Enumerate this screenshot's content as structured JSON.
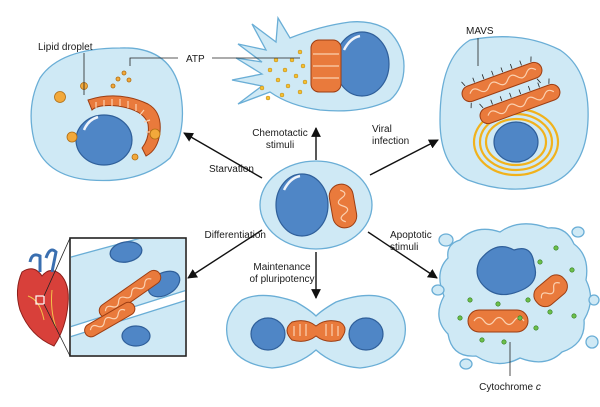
{
  "labels": {
    "lipid_droplet": "Lipid droplet",
    "atp": "ATP",
    "mavs": "MAVS",
    "chemotactic_1": "Chemotactic",
    "chemotactic_2": "stimuli",
    "viral_1": "Viral",
    "viral_2": "infection",
    "starvation": "Starvation",
    "differentiation": "Differentiation",
    "apoptotic_1": "Apoptotic",
    "apoptotic_2": "stimuli",
    "maintenance_1": "Maintenance",
    "maintenance_2": "of pluripotency",
    "cytochrome": "Cytochrome",
    "cytochrome_italic": "c"
  },
  "colors": {
    "cytoplasm": "#cfe9f5",
    "membrane": "#6aaed6",
    "nucleus": "#4f86c6",
    "mitochondrion": "#e97a3c",
    "lipid": "#f2a93b",
    "atp": "#f5c030",
    "cytochrome_c": "#6cbf4a",
    "er": "#f1b21c",
    "heart": "#d8403a"
  },
  "icons": [
    "mitochondrion-icon",
    "nucleus-icon",
    "heart-icon",
    "lipid-droplet-icon"
  ]
}
